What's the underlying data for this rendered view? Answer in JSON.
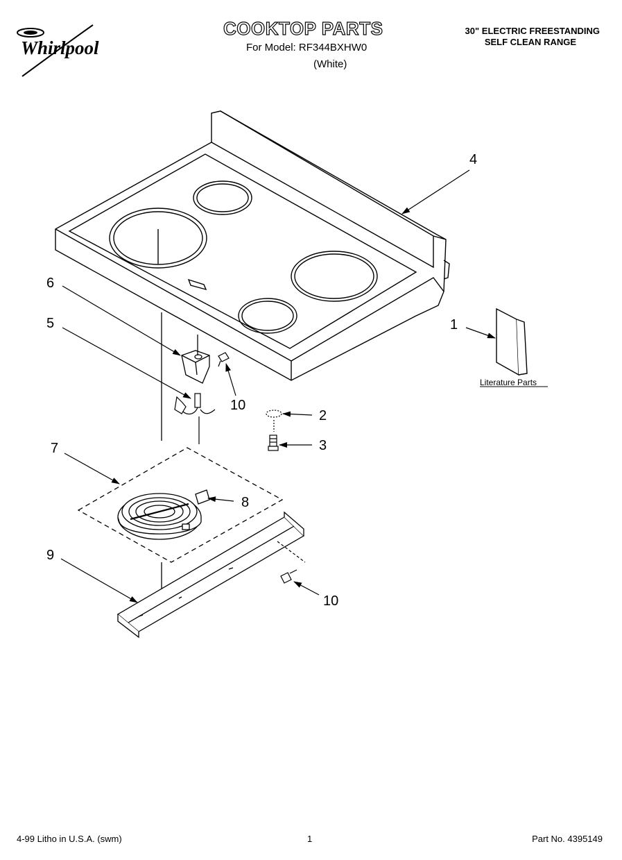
{
  "header": {
    "brand": "Whirlpool",
    "title": "COOKTOP PARTS",
    "model_line": "For Model: RF344BXHW0",
    "color_line": "(White)",
    "description_line1": "30\" ELECTRIC FREESTANDING",
    "description_line2": "SELF CLEAN RANGE"
  },
  "diagram": {
    "callouts": {
      "c1": "1",
      "c2": "2",
      "c3": "3",
      "c4": "4",
      "c5": "5",
      "c6": "6",
      "c7": "7",
      "c8": "8",
      "c9": "9",
      "c10a": "10",
      "c10b": "10"
    },
    "literature_label": "Literature Parts"
  },
  "footer": {
    "left": "4-99 Litho in U.S.A. (swm)",
    "center": "1",
    "right": "Part No. 4395149"
  }
}
